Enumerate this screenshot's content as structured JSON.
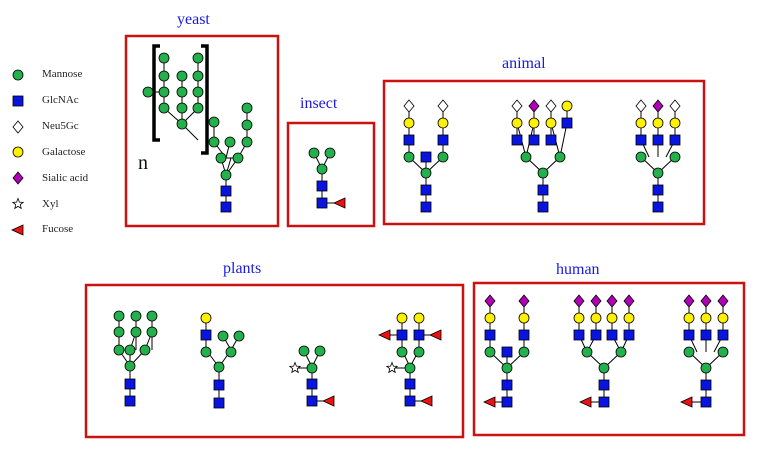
{
  "legend": [
    {
      "label": "Mannose",
      "symbol": "green-circle"
    },
    {
      "label": "GlcNAc",
      "symbol": "blue-square"
    },
    {
      "label": "Neu5Gc",
      "symbol": "white-diamond"
    },
    {
      "label": "Galactose",
      "symbol": "yellow-circle"
    },
    {
      "label": "Sialic acid",
      "symbol": "purple-diamond"
    },
    {
      "label": "Xyl",
      "symbol": "white-star"
    },
    {
      "label": "Fucose",
      "symbol": "red-triangle"
    }
  ],
  "groups": {
    "yeast": "yeast",
    "insect": "insect",
    "animal": "animal",
    "plants": "plants",
    "human": "human"
  },
  "repeat_label": "n",
  "colors": {
    "mannose": "#22b14c",
    "glcnac": "#0a14e0",
    "galactose": "#fff200",
    "sialic": "#b000b5",
    "fucose": "#ee1111",
    "box": "#cc1111",
    "title": "#1a1adf"
  }
}
